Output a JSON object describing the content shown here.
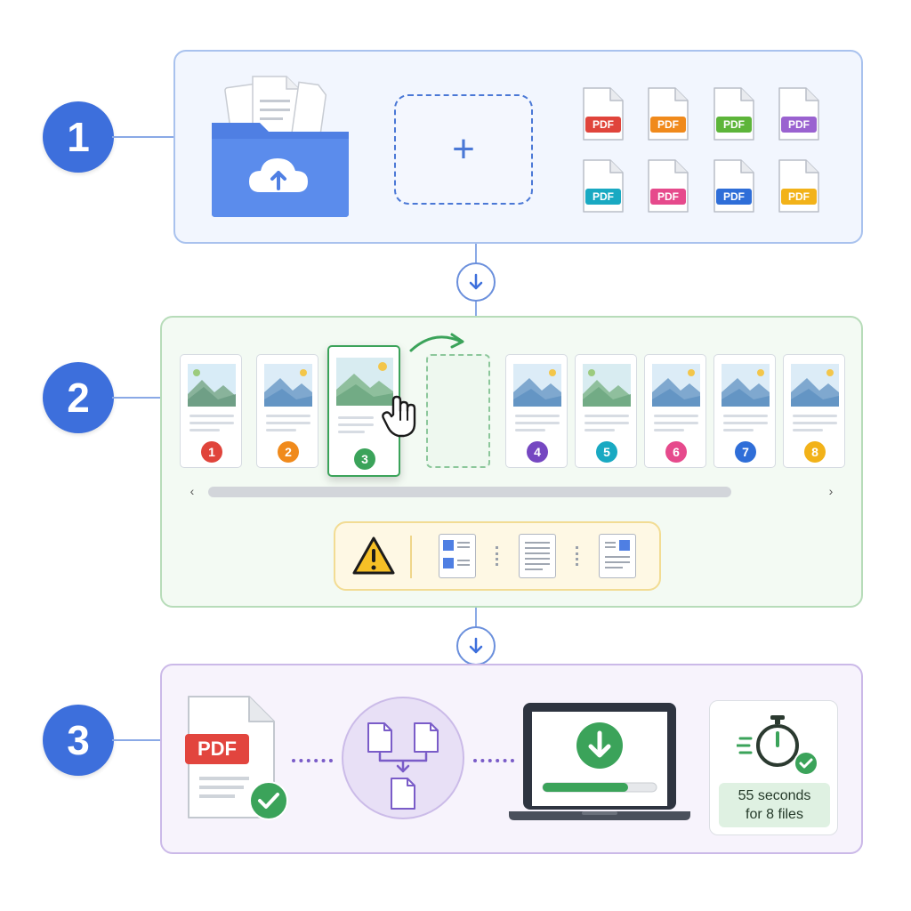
{
  "steps": [
    {
      "number": "1"
    },
    {
      "number": "2"
    },
    {
      "number": "3"
    }
  ],
  "upload": {
    "add_symbol": "+",
    "pdf_files": [
      {
        "label": "PDF",
        "color": "#e0443b"
      },
      {
        "label": "PDF",
        "color": "#f08a1c"
      },
      {
        "label": "PDF",
        "color": "#5db53a"
      },
      {
        "label": "PDF",
        "color": "#9a62d0"
      },
      {
        "label": "PDF",
        "color": "#19a9c2"
      },
      {
        "label": "PDF",
        "color": "#e64a8c"
      },
      {
        "label": "PDF",
        "color": "#2f6ed8"
      },
      {
        "label": "PDF",
        "color": "#f2b219"
      }
    ]
  },
  "arrange": {
    "pages": [
      {
        "number": "1",
        "color": "#e0443b"
      },
      {
        "number": "2",
        "color": "#f08a1c"
      },
      {
        "number": "3",
        "color": "#3ba35a"
      },
      {
        "number": "4",
        "color": "#7547c1"
      },
      {
        "number": "5",
        "color": "#19a9c2"
      },
      {
        "number": "6",
        "color": "#e64a8c"
      },
      {
        "number": "7",
        "color": "#2f6ed8"
      },
      {
        "number": "8",
        "color": "#f2b219"
      }
    ],
    "scroll_left": "‹",
    "scroll_right": "›",
    "warning_icon": "warning-triangle-icon"
  },
  "output": {
    "pdf_label": "PDF",
    "result_lines": [
      "55 seconds",
      "for 8 files"
    ]
  },
  "colors": {
    "primary_blue": "#3d6fdc",
    "success_green": "#3ba35a",
    "merge_purple": "#7a5cc8"
  }
}
